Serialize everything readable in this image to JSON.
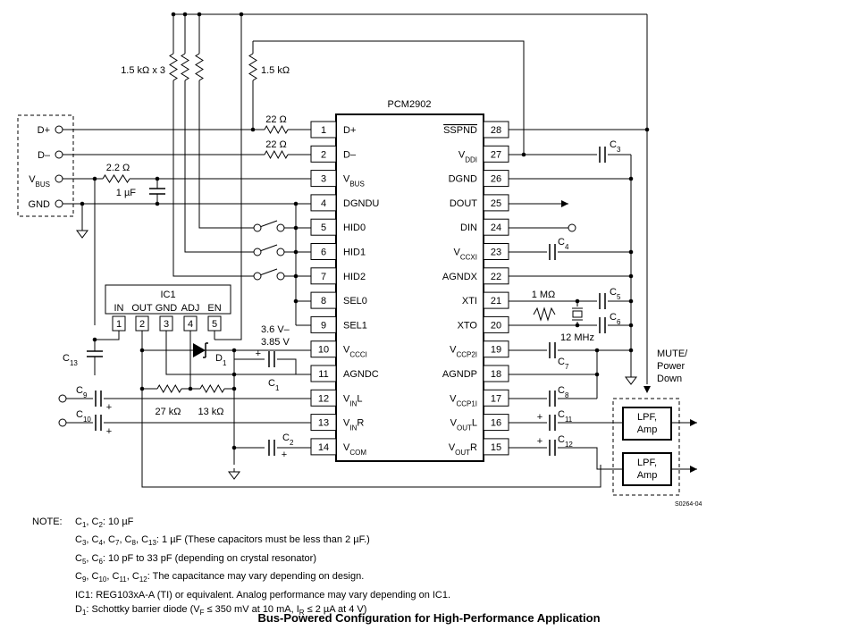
{
  "chip": {
    "name": "PCM2902"
  },
  "pins_left": [
    {
      "num": "1",
      "label": "D+"
    },
    {
      "num": "2",
      "label": "D–"
    },
    {
      "num": "3",
      "label": "V",
      "sub": "BUS"
    },
    {
      "num": "4",
      "label": "DGNDU"
    },
    {
      "num": "5",
      "label": "HID0"
    },
    {
      "num": "6",
      "label": "HID1"
    },
    {
      "num": "7",
      "label": "HID2"
    },
    {
      "num": "8",
      "label": "SEL0"
    },
    {
      "num": "9",
      "label": "SEL1"
    },
    {
      "num": "10",
      "label": "V",
      "sub": "CCCI"
    },
    {
      "num": "11",
      "label": "AGNDC"
    },
    {
      "num": "12",
      "label": "V",
      "sub": "IN",
      "suffix": "L"
    },
    {
      "num": "13",
      "label": "V",
      "sub": "IN",
      "suffix": "R"
    },
    {
      "num": "14",
      "label": "V",
      "sub": "COM"
    }
  ],
  "pins_right": [
    {
      "num": "28",
      "label": "SSPND",
      "overline": true
    },
    {
      "num": "27",
      "label": "V",
      "sub": "DDI"
    },
    {
      "num": "26",
      "label": "DGND"
    },
    {
      "num": "25",
      "label": "DOUT"
    },
    {
      "num": "24",
      "label": "DIN"
    },
    {
      "num": "23",
      "label": "V",
      "sub": "CCXI"
    },
    {
      "num": "22",
      "label": "AGNDX"
    },
    {
      "num": "21",
      "label": "XTI"
    },
    {
      "num": "20",
      "label": "XTO"
    },
    {
      "num": "19",
      "label": "V",
      "sub": "CCP2I"
    },
    {
      "num": "18",
      "label": "AGNDP"
    },
    {
      "num": "17",
      "label": "V",
      "sub": "CCP1I"
    },
    {
      "num": "16",
      "label": "V",
      "sub": "OUT",
      "suffix": "L"
    },
    {
      "num": "15",
      "label": "V",
      "sub": "OUT",
      "suffix": "R"
    }
  ],
  "usb": {
    "dplus": "D+",
    "dminus": "D–",
    "vbus": "V",
    "vbus_sub": "BUS",
    "gnd": "GND"
  },
  "ic1": {
    "name": "IC1",
    "pin_names": [
      "IN",
      "OUT",
      "GND",
      "ADJ",
      "EN"
    ],
    "pin_nums": [
      "1",
      "2",
      "3",
      "4",
      "5"
    ]
  },
  "labels": {
    "r_pullup_x3": "1.5 kΩ x 3",
    "r_pullup": "1.5 kΩ",
    "r_dplus": "22 Ω",
    "r_dminus": "22 Ω",
    "r_vbus": "2.2 Ω",
    "c_vbus": "1 µF",
    "c13": "C",
    "c13_sub": "13",
    "c9": "C",
    "c9_sub": "9",
    "c10": "C",
    "c10_sub": "10",
    "c1": "C",
    "c1_sub": "1",
    "c2": "C",
    "c2_sub": "2",
    "c3": "C",
    "c3_sub": "3",
    "c4": "C",
    "c4_sub": "4",
    "c5": "C",
    "c5_sub": "5",
    "c6": "C",
    "c6_sub": "6",
    "c7": "C",
    "c7_sub": "7",
    "c8": "C",
    "c8_sub": "8",
    "c11": "C",
    "c11_sub": "11",
    "c12": "C",
    "c12_sub": "12",
    "d1": "D",
    "d1_sub": "1",
    "vcc_range_1": "3.6 V–",
    "vcc_range_2": "3.85 V",
    "r_27k": "27 kΩ",
    "r_13k": "13 kΩ",
    "r_1m": "1 MΩ",
    "xtal": "12 MHz",
    "mute_1": "MUTE/",
    "mute_2": "Power",
    "mute_3": "Down",
    "lpf_1": "LPF,",
    "lpf_2": "Amp",
    "plus": "+"
  },
  "fig_code": "S0264-04",
  "notes": {
    "title": "NOTE:",
    "lines": [
      [
        {
          "t": "C"
        },
        {
          "s": "1"
        },
        {
          "t": ", C"
        },
        {
          "s": "2"
        },
        {
          "t": ": 10 µF"
        }
      ],
      [
        {
          "t": "C"
        },
        {
          "s": "3"
        },
        {
          "t": ", C"
        },
        {
          "s": "4"
        },
        {
          "t": ", C"
        },
        {
          "s": "7"
        },
        {
          "t": ", C"
        },
        {
          "s": "8"
        },
        {
          "t": ", C"
        },
        {
          "s": "13"
        },
        {
          "t": ": 1 µF (These capacitors must be less than 2 µF.)"
        }
      ],
      [
        {
          "t": "C"
        },
        {
          "s": "5"
        },
        {
          "t": ", C"
        },
        {
          "s": "6"
        },
        {
          "t": ": 10 pF to 33 pF (depending on crystal resonator)"
        }
      ],
      [
        {
          "t": "C"
        },
        {
          "s": "9"
        },
        {
          "t": ", C"
        },
        {
          "s": "10"
        },
        {
          "t": ", C"
        },
        {
          "s": "11"
        },
        {
          "t": ", C"
        },
        {
          "s": "12"
        },
        {
          "t": ": The capacitance may vary depending on design."
        }
      ],
      [
        {
          "t": "IC1: REG103xA-A (TI) or equivalent. Analog performance may vary depending on IC1."
        }
      ],
      [
        {
          "t": "D"
        },
        {
          "s": "1"
        },
        {
          "t": ": Schottky barrier diode (V"
        },
        {
          "s": "F"
        },
        {
          "t": " ≤ 350 mV at 10 mA, I"
        },
        {
          "s": "R"
        },
        {
          "t": " ≤ 2 µA at 4 V)"
        }
      ]
    ]
  },
  "caption": "Bus-Powered Configuration for High-Performance Application"
}
